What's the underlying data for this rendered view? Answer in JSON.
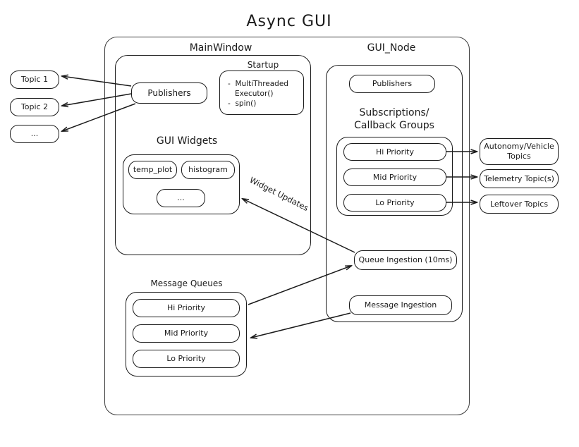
{
  "title": "Async  GUI",
  "external_topics": {
    "left": [
      {
        "label": "Topic 1"
      },
      {
        "label": "Topic 2"
      },
      {
        "label": "..."
      }
    ],
    "right": [
      {
        "label": "Autonomy/Vehicle\nTopics"
      },
      {
        "label": "Telemetry Topic(s)"
      },
      {
        "label": "Leftover Topics"
      }
    ]
  },
  "main_window": {
    "caption": "MainWindow",
    "publishers": "Publishers",
    "startup": {
      "caption": "Startup",
      "items": "-  MultiThreaded\n   Executor()\n-  spin()"
    },
    "gui_widgets": {
      "caption": "GUI Widgets",
      "items": [
        {
          "label": "temp_plot"
        },
        {
          "label": "histogram"
        },
        {
          "label": "..."
        }
      ]
    }
  },
  "message_queues": {
    "caption": "Message Queues",
    "items": [
      {
        "label": "Hi Priority"
      },
      {
        "label": "Mid Priority"
      },
      {
        "label": "Lo Priority"
      }
    ]
  },
  "gui_node": {
    "caption": "GUI_Node",
    "publishers": "Publishers",
    "subscriptions": {
      "caption": "Subscriptions/\nCallback Groups",
      "items": [
        {
          "label": "Hi Priority"
        },
        {
          "label": "Mid Priority"
        },
        {
          "label": "Lo Priority"
        }
      ]
    },
    "queue_ingestion": "Queue Ingestion (10ms)",
    "message_ingestion": "Message Ingestion"
  },
  "edge_labels": {
    "widget_updates": "Widget Updates"
  },
  "colors": {
    "stroke": "#1a1a1a",
    "container_stroke": "#3d3d3d",
    "background": "#ffffff"
  }
}
